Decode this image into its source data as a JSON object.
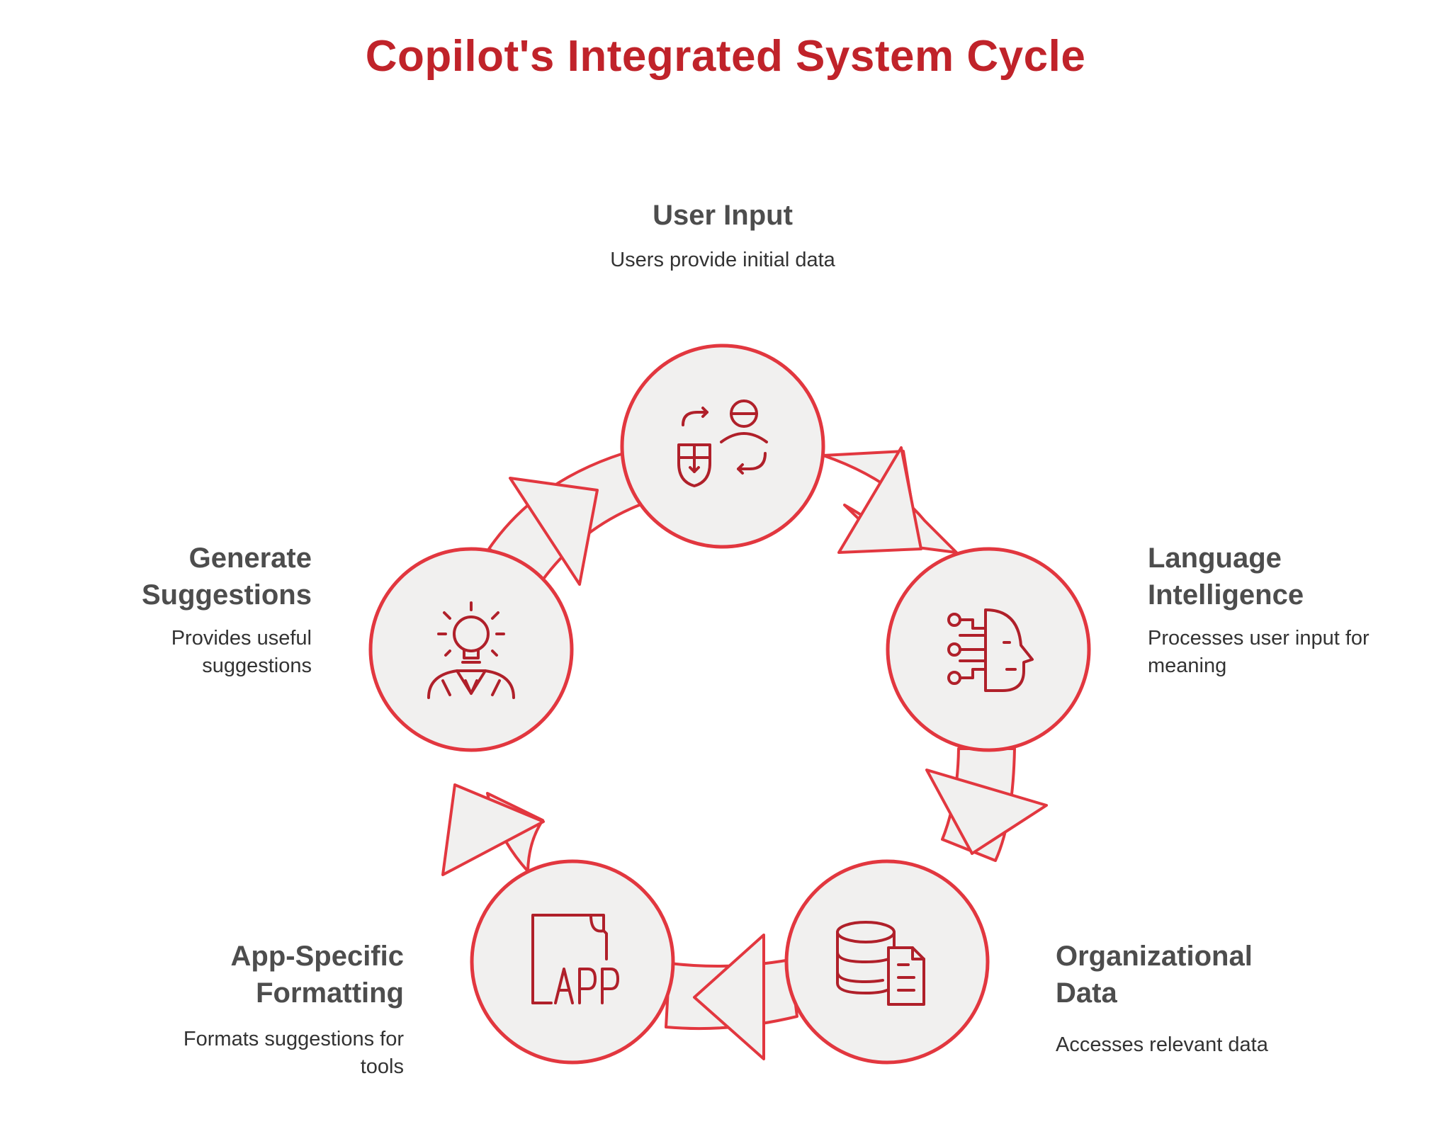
{
  "title": "Copilot's Integrated System Cycle",
  "colors": {
    "accent": "#e2373f",
    "icon": "#b0202a",
    "fill": "#f1f0ef",
    "title": "#c0232a",
    "heading": "#4d4d4d",
    "text": "#333333"
  },
  "stages": [
    {
      "id": "user-input",
      "title": "User Input",
      "description": "Users provide initial data",
      "icon": "user-exchange-icon"
    },
    {
      "id": "language-intelligence",
      "title": "Language\nIntelligence",
      "description": "Processes user input for\nmeaning",
      "icon": "ai-head-icon"
    },
    {
      "id": "organizational-data",
      "title": "Organizational\nData",
      "description": "Accesses relevant data",
      "icon": "database-document-icon"
    },
    {
      "id": "app-specific-formatting",
      "title": "App-Specific\nFormatting",
      "description": "Formats suggestions for\ntools",
      "icon": "app-file-icon"
    },
    {
      "id": "generate-suggestions",
      "title": "Generate\nSuggestions",
      "description": "Provides useful\nsuggestions",
      "icon": "idea-person-icon"
    }
  ]
}
